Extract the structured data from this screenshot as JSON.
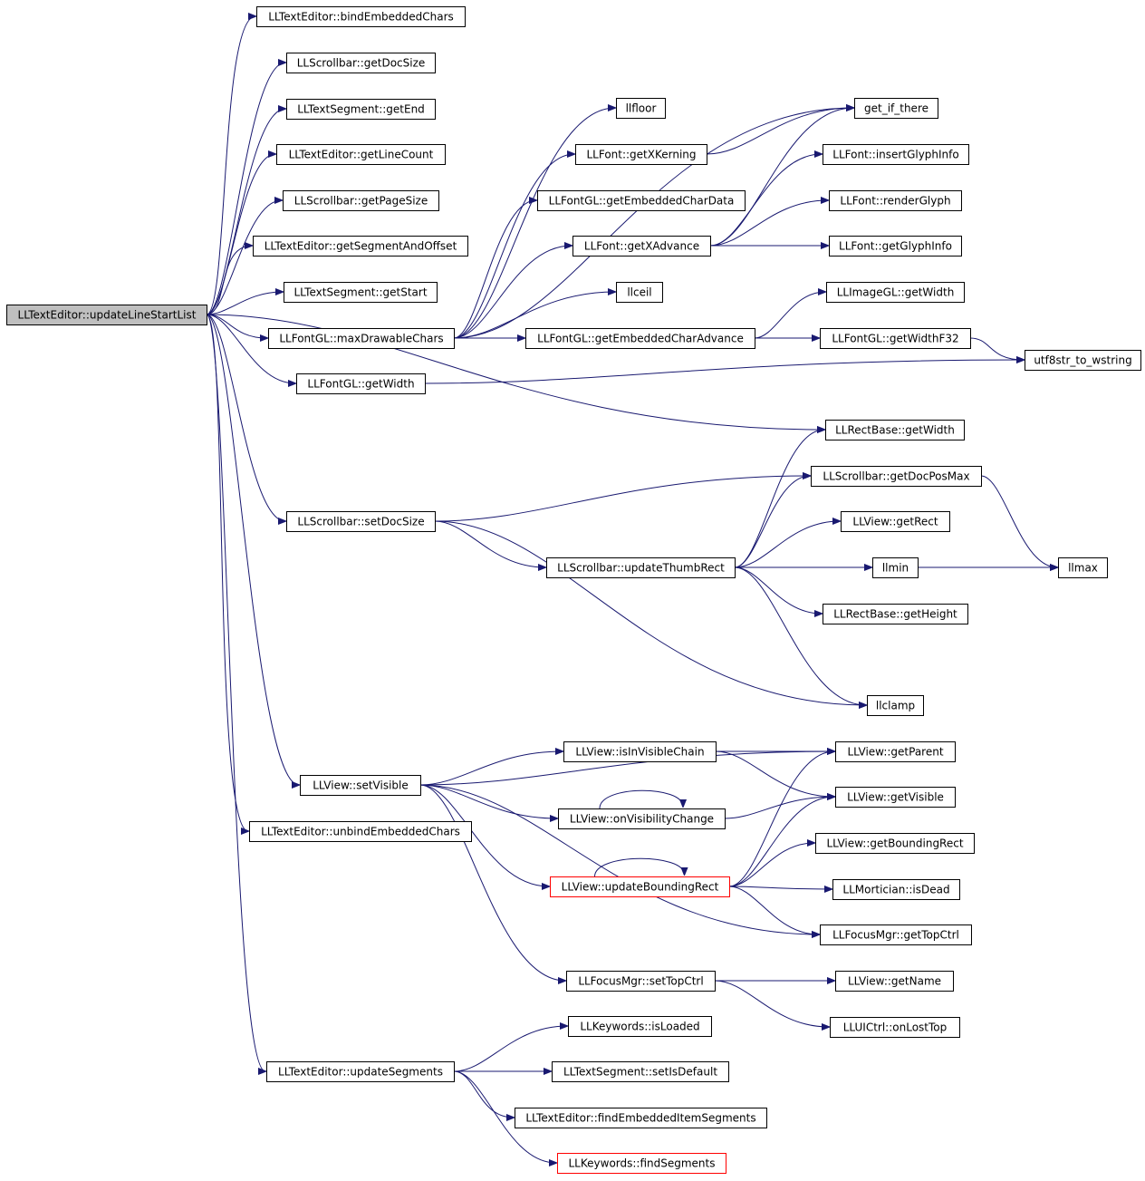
{
  "colors": {
    "edge": "#191970",
    "node_border": "#000000",
    "node_fill": "#ffffff",
    "root_fill": "#bfbfbf",
    "truncated_border": "#ff0000"
  },
  "nodes": [
    {
      "id": "root",
      "label": "LLTextEditor::updateLineStartList",
      "style": "root"
    },
    {
      "id": "bindEmbeddedChars",
      "label": "LLTextEditor::bindEmbeddedChars"
    },
    {
      "id": "sbGetDocSize",
      "label": "LLScrollbar::getDocSize"
    },
    {
      "id": "tsGetEnd",
      "label": "LLTextSegment::getEnd"
    },
    {
      "id": "teGetLineCount",
      "label": "LLTextEditor::getLineCount"
    },
    {
      "id": "sbGetPageSize",
      "label": "LLScrollbar::getPageSize"
    },
    {
      "id": "teGetSegmentAndOffset",
      "label": "LLTextEditor::getSegmentAndOffset"
    },
    {
      "id": "tsGetStart",
      "label": "LLTextSegment::getStart"
    },
    {
      "id": "maxDrawableChars",
      "label": "LLFontGL::maxDrawableChars"
    },
    {
      "id": "fontGLGetWidth",
      "label": "LLFontGL::getWidth"
    },
    {
      "id": "llfloor",
      "label": "llfloor"
    },
    {
      "id": "getXKerning",
      "label": "LLFont::getXKerning"
    },
    {
      "id": "getEmbeddedCharData",
      "label": "LLFontGL::getEmbeddedCharData"
    },
    {
      "id": "getXAdvance",
      "label": "LLFont::getXAdvance"
    },
    {
      "id": "llceil",
      "label": "llceil"
    },
    {
      "id": "getEmbeddedCharAdvance",
      "label": "LLFontGL::getEmbeddedCharAdvance"
    },
    {
      "id": "getIfThere",
      "label": "get_if_there"
    },
    {
      "id": "insertGlyphInfo",
      "label": "LLFont::insertGlyphInfo"
    },
    {
      "id": "renderGlyph",
      "label": "LLFont::renderGlyph"
    },
    {
      "id": "getGlyphInfo",
      "label": "LLFont::getGlyphInfo"
    },
    {
      "id": "imageGLGetWidth",
      "label": "LLImageGL::getWidth"
    },
    {
      "id": "getWidthF32",
      "label": "LLFontGL::getWidthF32"
    },
    {
      "id": "utf8strToWstring",
      "label": "utf8str_to_wstring"
    },
    {
      "id": "rectBaseGetWidth",
      "label": "LLRectBase::getWidth"
    },
    {
      "id": "getDocPosMax",
      "label": "LLScrollbar::getDocPosMax"
    },
    {
      "id": "setDocSize",
      "label": "LLScrollbar::setDocSize"
    },
    {
      "id": "viewGetRect",
      "label": "LLView::getRect"
    },
    {
      "id": "updateThumbRect",
      "label": "LLScrollbar::updateThumbRect"
    },
    {
      "id": "llmin",
      "label": "llmin"
    },
    {
      "id": "llmax",
      "label": "llmax"
    },
    {
      "id": "rectBaseGetHeight",
      "label": "LLRectBase::getHeight"
    },
    {
      "id": "llclamp",
      "label": "llclamp"
    },
    {
      "id": "isInVisibleChain",
      "label": "LLView::isInVisibleChain"
    },
    {
      "id": "getParent",
      "label": "LLView::getParent"
    },
    {
      "id": "setVisible",
      "label": "LLView::setVisible"
    },
    {
      "id": "getVisible",
      "label": "LLView::getVisible"
    },
    {
      "id": "onVisibilityChange",
      "label": "LLView::onVisibilityChange"
    },
    {
      "id": "unbindEmbeddedChars",
      "label": "LLTextEditor::unbindEmbeddedChars"
    },
    {
      "id": "getBoundingRect",
      "label": "LLView::getBoundingRect"
    },
    {
      "id": "updateBoundingRect",
      "label": "LLView::updateBoundingRect",
      "style": "truncated"
    },
    {
      "id": "isDead",
      "label": "LLMortician::isDead"
    },
    {
      "id": "getTopCtrl",
      "label": "LLFocusMgr::getTopCtrl"
    },
    {
      "id": "setTopCtrl",
      "label": "LLFocusMgr::setTopCtrl"
    },
    {
      "id": "getName",
      "label": "LLView::getName"
    },
    {
      "id": "onLostTop",
      "label": "LLUICtrl::onLostTop"
    },
    {
      "id": "isLoaded",
      "label": "LLKeywords::isLoaded"
    },
    {
      "id": "updateSegments",
      "label": "LLTextEditor::updateSegments"
    },
    {
      "id": "setIsDefault",
      "label": "LLTextSegment::setIsDefault"
    },
    {
      "id": "findEmbeddedItemSegments",
      "label": "LLTextEditor::findEmbeddedItemSegments"
    },
    {
      "id": "findSegments",
      "label": "LLKeywords::findSegments",
      "style": "truncated"
    }
  ],
  "edges": [
    [
      "root",
      "bindEmbeddedChars"
    ],
    [
      "root",
      "sbGetDocSize"
    ],
    [
      "root",
      "tsGetEnd"
    ],
    [
      "root",
      "teGetLineCount"
    ],
    [
      "root",
      "sbGetPageSize"
    ],
    [
      "root",
      "teGetSegmentAndOffset"
    ],
    [
      "root",
      "tsGetStart"
    ],
    [
      "root",
      "maxDrawableChars"
    ],
    [
      "root",
      "fontGLGetWidth"
    ],
    [
      "root",
      "rectBaseGetWidth"
    ],
    [
      "root",
      "setDocSize"
    ],
    [
      "root",
      "setVisible"
    ],
    [
      "root",
      "unbindEmbeddedChars"
    ],
    [
      "root",
      "updateSegments"
    ],
    [
      "maxDrawableChars",
      "llfloor"
    ],
    [
      "maxDrawableChars",
      "getXKerning"
    ],
    [
      "maxDrawableChars",
      "getEmbeddedCharData"
    ],
    [
      "maxDrawableChars",
      "getXAdvance"
    ],
    [
      "maxDrawableChars",
      "llceil"
    ],
    [
      "maxDrawableChars",
      "getEmbeddedCharAdvance"
    ],
    [
      "maxDrawableChars",
      "getIfThere"
    ],
    [
      "getXKerning",
      "getIfThere"
    ],
    [
      "getXAdvance",
      "getIfThere"
    ],
    [
      "getXAdvance",
      "insertGlyphInfo"
    ],
    [
      "getXAdvance",
      "renderGlyph"
    ],
    [
      "getXAdvance",
      "getGlyphInfo"
    ],
    [
      "getEmbeddedCharAdvance",
      "imageGLGetWidth"
    ],
    [
      "getEmbeddedCharAdvance",
      "getWidthF32"
    ],
    [
      "getWidthF32",
      "utf8strToWstring"
    ],
    [
      "fontGLGetWidth",
      "utf8strToWstring"
    ],
    [
      "setDocSize",
      "getDocPosMax"
    ],
    [
      "setDocSize",
      "updateThumbRect"
    ],
    [
      "setDocSize",
      "llclamp"
    ],
    [
      "updateThumbRect",
      "rectBaseGetWidth"
    ],
    [
      "updateThumbRect",
      "getDocPosMax"
    ],
    [
      "updateThumbRect",
      "viewGetRect"
    ],
    [
      "updateThumbRect",
      "llmin"
    ],
    [
      "updateThumbRect",
      "rectBaseGetHeight"
    ],
    [
      "updateThumbRect",
      "llmax"
    ],
    [
      "updateThumbRect",
      "llclamp"
    ],
    [
      "getDocPosMax",
      "llmax"
    ],
    [
      "setVisible",
      "getParent"
    ],
    [
      "setVisible",
      "isInVisibleChain"
    ],
    [
      "setVisible",
      "onVisibilityChange"
    ],
    [
      "setVisible",
      "updateBoundingRect"
    ],
    [
      "setVisible",
      "getTopCtrl"
    ],
    [
      "setVisible",
      "setTopCtrl"
    ],
    [
      "isInVisibleChain",
      "getParent"
    ],
    [
      "isInVisibleChain",
      "getVisible"
    ],
    [
      "onVisibilityChange",
      "onVisibilityChange"
    ],
    [
      "onVisibilityChange",
      "getVisible"
    ],
    [
      "updateBoundingRect",
      "updateBoundingRect"
    ],
    [
      "updateBoundingRect",
      "getParent"
    ],
    [
      "updateBoundingRect",
      "getVisible"
    ],
    [
      "updateBoundingRect",
      "getBoundingRect"
    ],
    [
      "updateBoundingRect",
      "isDead"
    ],
    [
      "updateBoundingRect",
      "getTopCtrl"
    ],
    [
      "setTopCtrl",
      "getName"
    ],
    [
      "setTopCtrl",
      "onLostTop"
    ],
    [
      "updateSegments",
      "isLoaded"
    ],
    [
      "updateSegments",
      "setIsDefault"
    ],
    [
      "updateSegments",
      "findEmbeddedItemSegments"
    ],
    [
      "updateSegments",
      "findSegments"
    ]
  ]
}
